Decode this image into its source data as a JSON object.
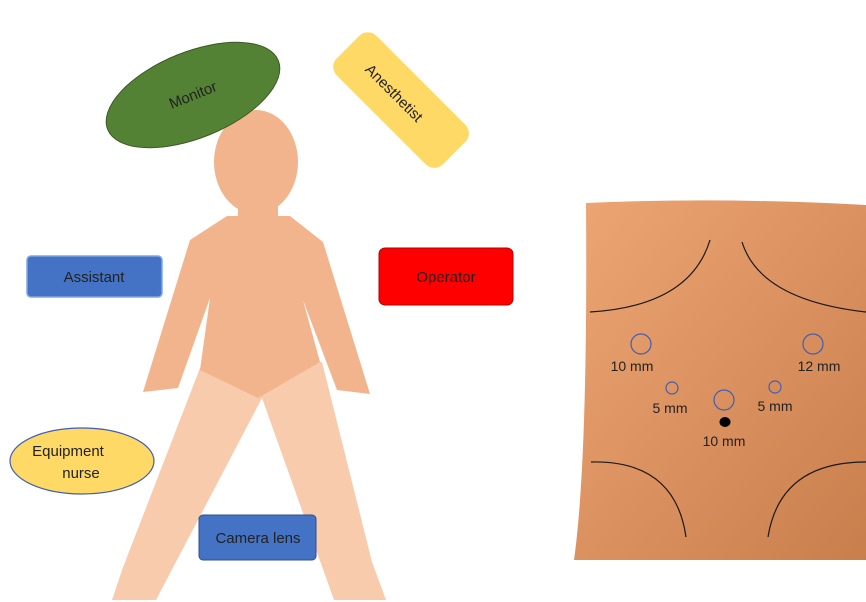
{
  "colors": {
    "monitor": "#548235",
    "anesthetist": "#FFD966",
    "assistant": "#4472C4",
    "operator": "#FF0000",
    "equipment_nurse": "#FFD966",
    "camera_lens": "#4472C4",
    "skin_upper": "#F2B48C",
    "skin_lower": "#F8CBAD",
    "abdomen": "#D88A57",
    "port_ring": "#3F5FB0"
  },
  "room_layout": {
    "monitor": "Monitor",
    "anesthetist": "Anesthetist",
    "assistant": "Assistant",
    "operator": "Operator",
    "equipment_nurse": {
      "line1": "Equipment",
      "line2": "nurse"
    },
    "camera_lens": "Camera lens"
  },
  "ports": {
    "left_upper": "10 mm",
    "right_upper": "12 mm",
    "left_lower": "5 mm",
    "right_lower": "5 mm",
    "umbilical": "10 mm"
  }
}
